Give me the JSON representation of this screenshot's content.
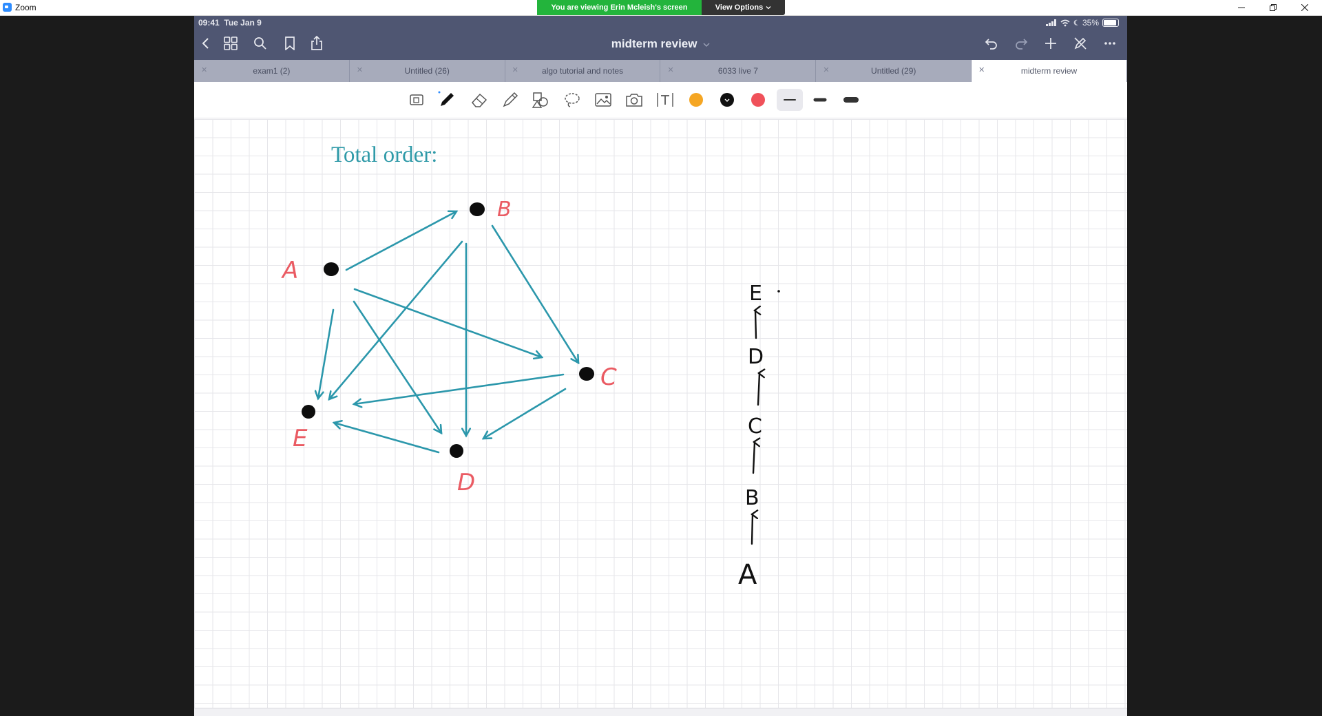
{
  "window": {
    "app_title": "Zoom",
    "share_banner": "You are viewing Erin Mcleish's screen",
    "view_options": "View Options"
  },
  "status": {
    "time": "09:41",
    "date": "Tue Jan 9",
    "battery": "35%"
  },
  "document": {
    "title": "midterm review"
  },
  "tabs": [
    {
      "label": "exam1 (2)"
    },
    {
      "label": "Untitled (26)"
    },
    {
      "label": "algo tutorial and notes"
    },
    {
      "label": "6033 live 7"
    },
    {
      "label": "Untitled (29)"
    },
    {
      "label": "midterm review",
      "active": true
    }
  ],
  "toolbar": {
    "pen_colors": [
      "#f5a623",
      "#111111",
      "#f0515a"
    ]
  },
  "notes": {
    "heading": "Total order:",
    "graph_labels": {
      "A": "A",
      "B": "B",
      "C": "C",
      "D": "D",
      "E": "E"
    },
    "chain": [
      "E",
      "D",
      "C",
      "B",
      "A"
    ]
  },
  "colors": {
    "accent": "#2b97ab",
    "label_red": "#ea5b63",
    "ink": "#111111",
    "heading": "#2f9aa8"
  }
}
